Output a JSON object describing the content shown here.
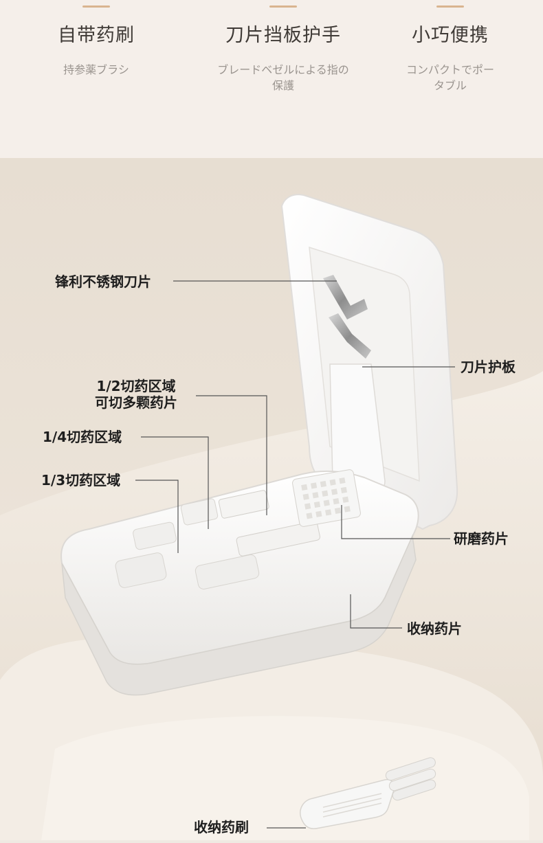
{
  "features": [
    {
      "title": "自带药刷",
      "subtitle": "持参薬ブラシ"
    },
    {
      "title": "刀片挡板护手",
      "subtitle": "ブレードベゼルによる指の保護"
    },
    {
      "title": "小巧便携",
      "subtitle": "コンパクトでポータブル"
    }
  ],
  "callouts": {
    "blade": "锋利不锈钢刀片",
    "blade_guard": "刀片护板",
    "half_zone_line1": "1/2切药区域",
    "half_zone_line2": "可切多颗药片",
    "quarter_zone": "1/4切药区域",
    "third_zone": "1/3切药区域",
    "grind": "研磨药片",
    "storage": "收纳药片",
    "brush": "收纳药刷"
  },
  "colors": {
    "accent": "#d9b48f",
    "top_background": "#f5efea",
    "scene_background": "#e9e1d7",
    "device": "#ffffff",
    "leader_line": "#555555"
  }
}
